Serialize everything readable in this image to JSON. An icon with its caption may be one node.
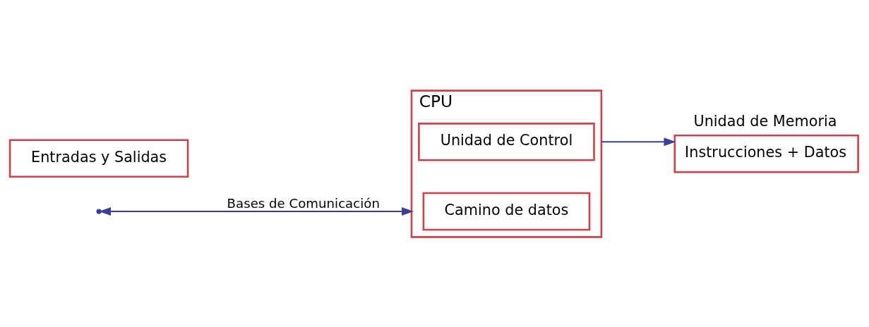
{
  "diagram": {
    "nodes": [
      {
        "text": [
          "CPU"
        ]
      },
      {
        "text": [
          "Unidad de Control"
        ],
        "in": 0
      },
      {
        "text": [
          "Camino de datos"
        ],
        "in": 0
      },
      {
        "text": [
          "Entradas y Salidas"
        ]
      },
      {
        "text": [
          "Instrucciones + Datos"
        ],
        "beside": [
          "Unidad de Memoria"
        ]
      }
    ],
    "edges": [
      {
        "from": 0,
        "to": 4,
        "arrow": "to"
      },
      {
        "from": null,
        "to": 0,
        "arrow": "both",
        "label": "Bases de Comunicación"
      }
    ]
  }
}
